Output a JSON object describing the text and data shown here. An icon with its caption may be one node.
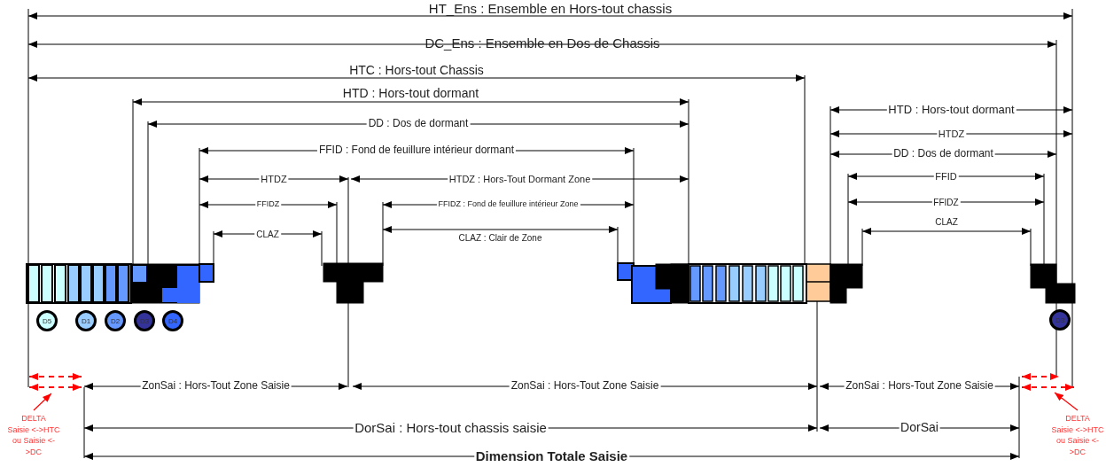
{
  "diagram": {
    "nodes": [
      {
        "text": [
          "D5"
        ]
      },
      {
        "text": [
          "D1"
        ]
      },
      {
        "text": [
          "D2"
        ]
      },
      {
        "text": [
          "D3"
        ]
      },
      {
        "text": [
          "D4"
        ]
      },
      {
        "text": [
          "D3"
        ]
      },
      {
        "text": [
          "DELTA",
          "Saisie <->HTC ou Saisie <->DC"
        ]
      },
      {
        "text": [
          "DELTA",
          "Saisie <->HTC ou Saisie <->DC"
        ]
      }
    ],
    "edges": [
      {
        "from": 6,
        "to": null,
        "arrow": "to",
        "color": "#ff0000"
      },
      {
        "from": 7,
        "to": null,
        "arrow": "to",
        "color": "#ff0000"
      }
    ],
    "labels": [
      "HT_Ens : Ensemble en Hors-tout chassis",
      "DC_Ens : Ensemble en Dos de Chassis",
      "HTC : Hors-tout Chassis",
      "HTD : Hors-tout dormant",
      "HTD : Hors-tout dormant",
      "DD : Dos de dormant",
      "HTDZ",
      "FFID : Fond de feuillure intérieur dormant",
      "DD : Dos de dormant",
      "HTDZ",
      "HTDZ : Hors-Tout Dormant Zone",
      "FFID",
      "FFIDZ",
      "FFIDZ : Fond de feuillure intérieur Zone",
      "FFIDZ",
      "CLAZ",
      "CLAZ",
      "CLAZ : Clair de Zone",
      "ZonSai : Hors-Tout Zone Saisie",
      "ZonSai : Hors-Tout Zone Saisie",
      "ZonSai : Hors-Tout Zone Saisie",
      "DorSai : Hors-tout chassis saisie",
      "DorSai",
      "Dimension Totale Saisie"
    ]
  }
}
